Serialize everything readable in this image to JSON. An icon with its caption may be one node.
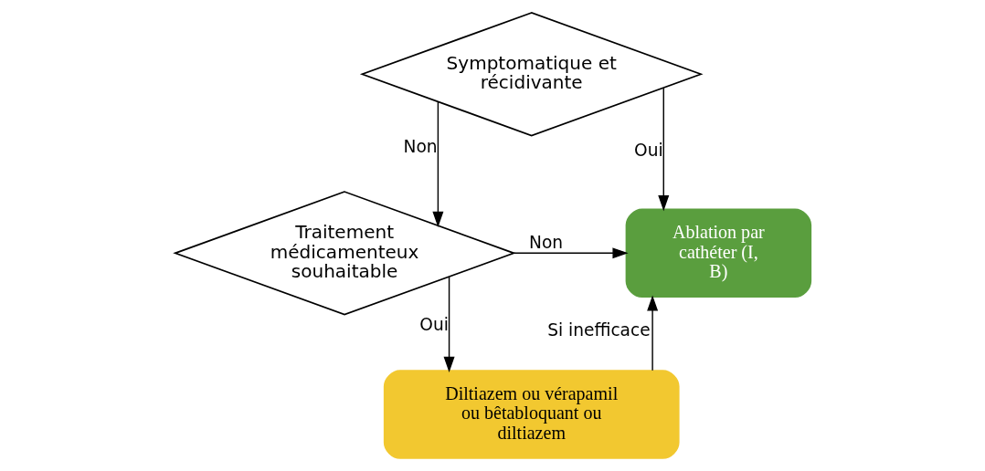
{
  "diagram": {
    "nodes": [
      {
        "text": [
          "Symptomatique et récidivante"
        ]
      },
      {
        "text": [
          "Ablation par cathéter (I, B)"
        ]
      },
      {
        "text": [
          "Traitement médicamenteux souhaitable"
        ]
      },
      {
        "text": [
          "Diltiazem ou vérapamil ou bêtabloquant ou diltiazem"
        ]
      }
    ],
    "edges": [
      {
        "from": 0,
        "to": 1,
        "arrow": "to",
        "label": "Oui"
      },
      {
        "from": 0,
        "to": 2,
        "arrow": "to",
        "label": "Non"
      },
      {
        "from": 2,
        "to": 1,
        "arrow": "to",
        "label": "Non"
      },
      {
        "from": 2,
        "to": 3,
        "arrow": "to",
        "label": "Oui"
      },
      {
        "from": 3,
        "to": 1,
        "arrow": "to",
        "label": "Si inefficace"
      }
    ]
  }
}
